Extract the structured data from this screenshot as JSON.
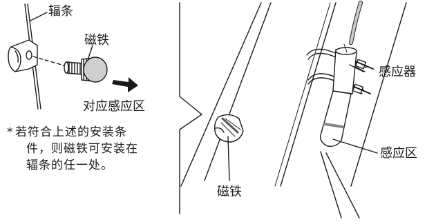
{
  "labels": {
    "spoke": "辐条",
    "magnet_top": "磁铁",
    "sensing_area_target": "对应感应区",
    "sensor": "感应器",
    "sensing_area": "感应区",
    "magnet_bottom": "磁铁"
  },
  "note": {
    "marker": "*",
    "lines": [
      "若符合上述的安装条",
      "件，则磁铁可安装在",
      "辐条的任一处。"
    ]
  }
}
